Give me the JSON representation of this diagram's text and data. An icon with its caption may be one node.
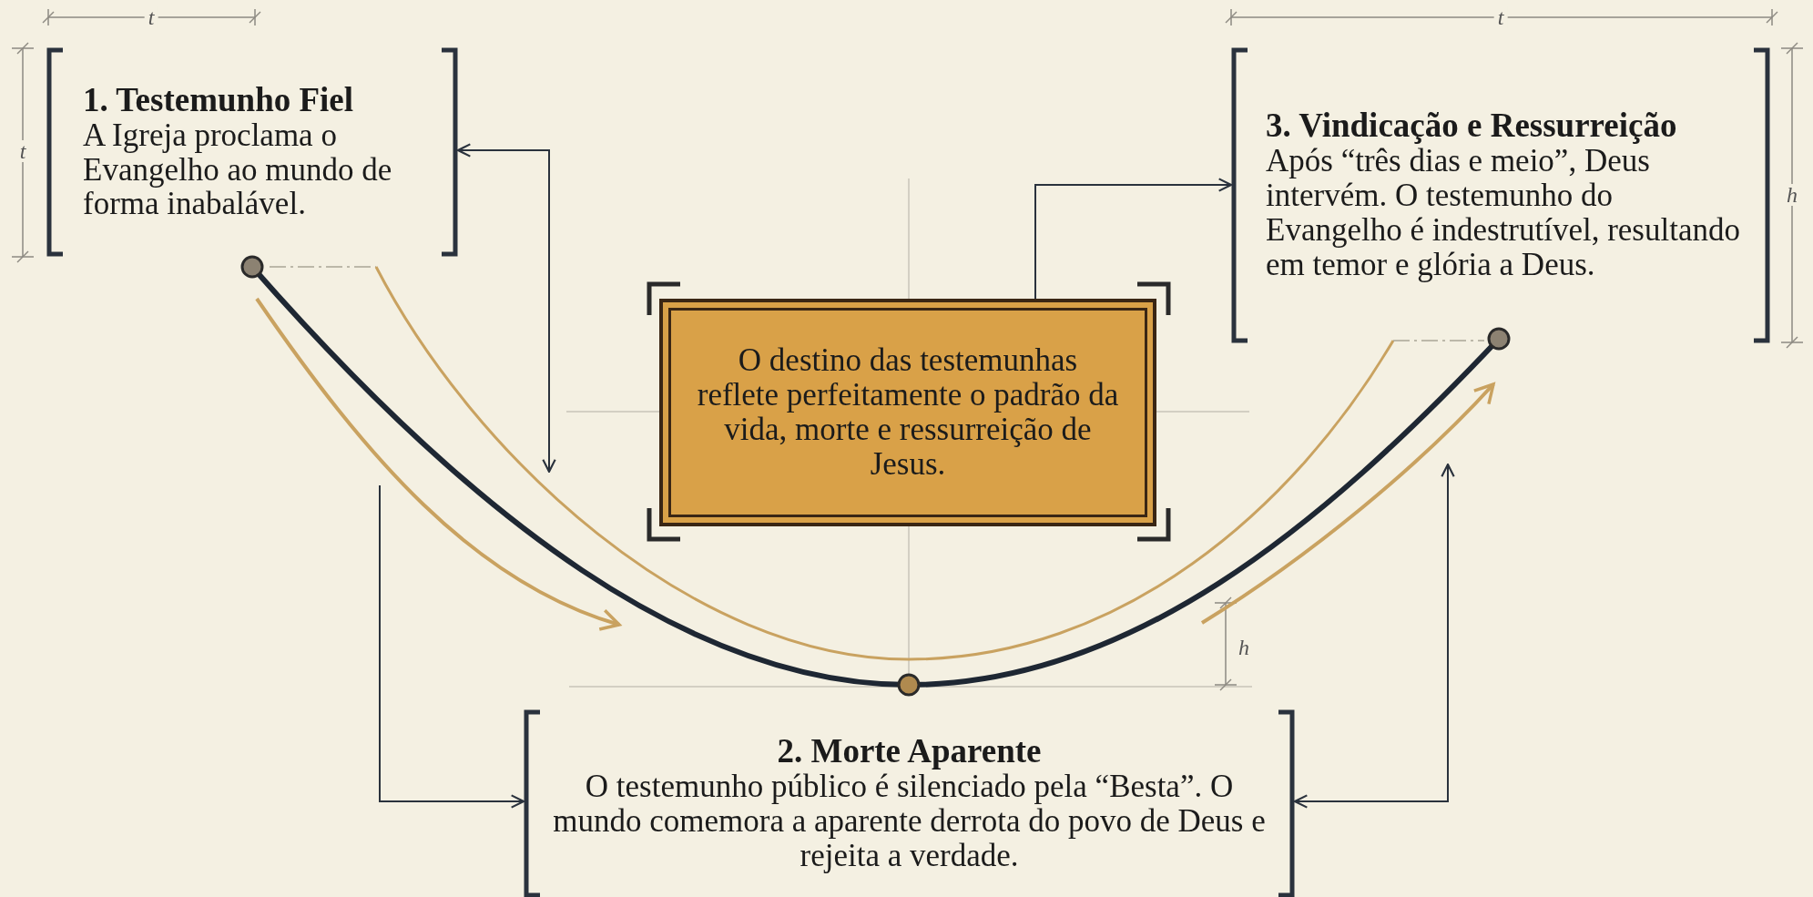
{
  "diagram": {
    "nodes": [
      {
        "text": [
          "1. Testemunho Fiel",
          "A Igreja proclama o Evangelho ao mundo de forma inabalável."
        ]
      },
      {
        "text": [
          "3. Vindicação e Ressurreição",
          "Após “três dias e meio”, Deus intervém. O testemunho do Evangelho é indestrutível, resultando em temor e glória a Deus."
        ]
      },
      {
        "text": [
          "O destino das testemunhas reflete perfeitamente o padrão da vida, morte e ressurreição de Jesus."
        ]
      },
      {
        "text": [
          "2. Morte Aparente",
          "O testemunho público é silenciado pela “Besta”. O mundo comemora a aparente derrota do povo de Deus e rejeita a verdade."
        ]
      }
    ],
    "edges": [
      {
        "from": null,
        "to": 0,
        "arrow": "both"
      },
      {
        "from": 2,
        "to": 1,
        "arrow": "to"
      },
      {
        "from": null,
        "to": 3,
        "arrow": "to"
      },
      {
        "from": null,
        "to": 3,
        "arrow": "both"
      }
    ],
    "labels": [
      "t",
      "t",
      "t",
      "h",
      "h"
    ]
  }
}
